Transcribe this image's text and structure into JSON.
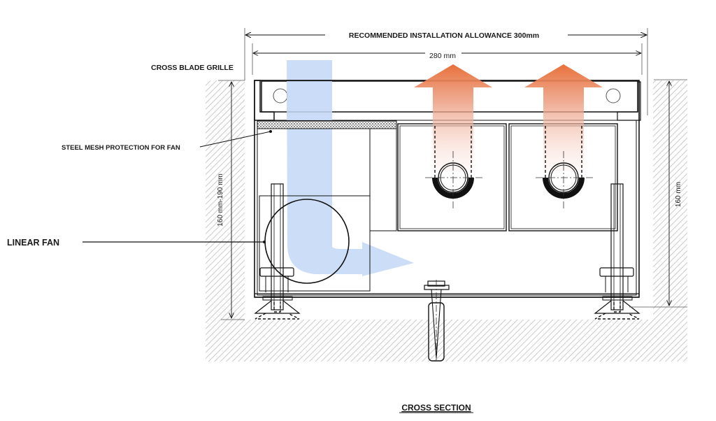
{
  "diagram": {
    "title": "CROSS SECTION",
    "labels": {
      "cross_blade_grille": "CROSS BLADE GRILLE",
      "steel_mesh": "STEEL MESH PROTECTION FOR FAN",
      "linear_fan": "LINEAR FAN"
    },
    "dimensions": {
      "installation_allowance": "RECOMMENDED INSTALLATION ALLOWANCE 300mm",
      "unit_width": "280 mm",
      "left_depth": "160 mm-190 mm",
      "right_depth": "160 mm"
    },
    "colors": {
      "cool_air": "#c9dcf7",
      "warm_air": "#e8703a",
      "hatch": "#bdbdbd",
      "line": "#111111"
    },
    "airflow": {
      "cool_air_icon": "down-right-arrow",
      "warm_air_icon": "up-arrow",
      "warm_air_arrow_count": 2
    }
  }
}
